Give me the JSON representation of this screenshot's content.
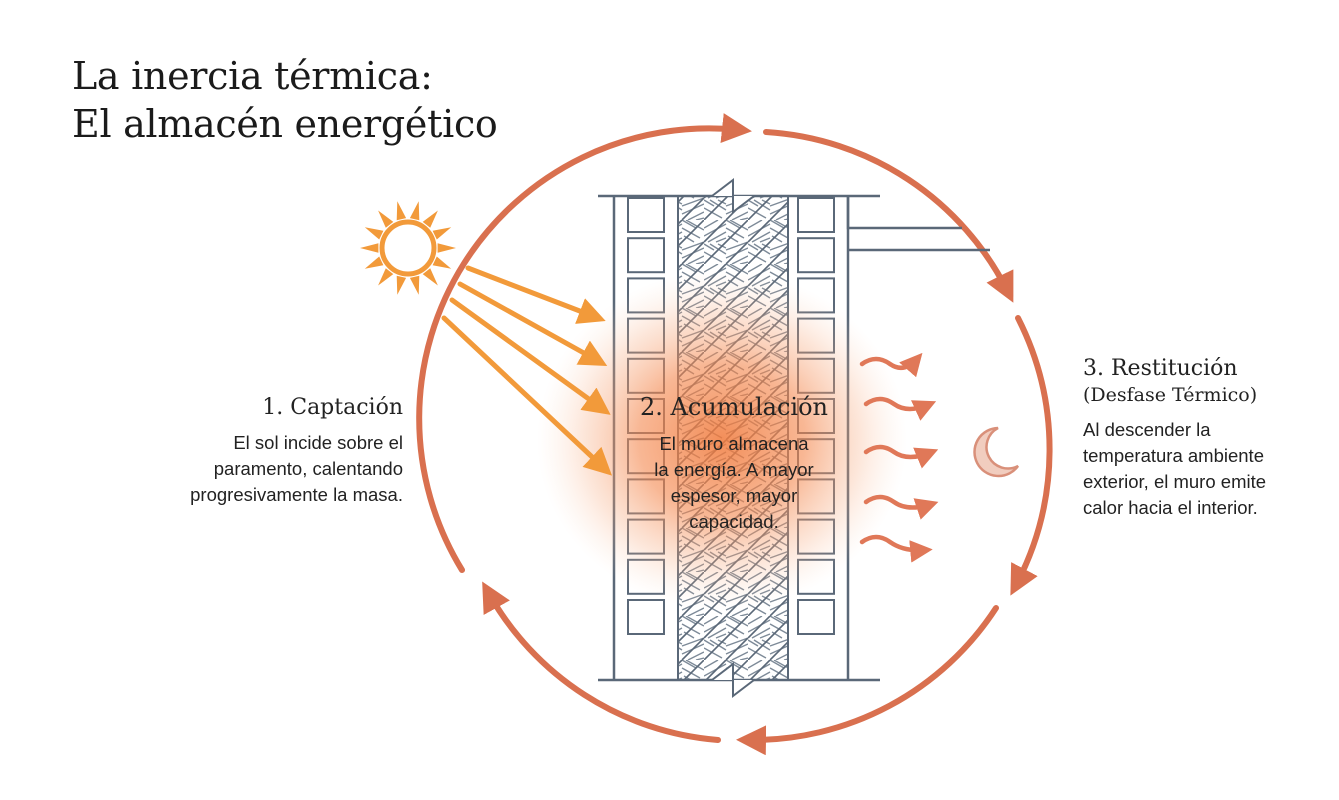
{
  "title": {
    "line1": "La inercia térmica:",
    "line2": "El almacén energético"
  },
  "steps": {
    "captacion": {
      "heading": "1. Captación",
      "body": [
        "El sol incide sobre el",
        "paramento, calentando",
        "progresivamente la masa."
      ]
    },
    "acumulacion": {
      "heading": "2. Acumulación",
      "body": [
        "El muro almacena",
        "la energía. A mayor",
        "espesor, mayor",
        "capacidad."
      ]
    },
    "restitucion": {
      "heading": "3. Restitución",
      "subheading": "(Desfase Térmico)",
      "body": [
        "Al descender la",
        "temperatura ambiente",
        "exterior, el muro emite",
        "calor hacia el interior."
      ]
    }
  },
  "colors": {
    "cycle_arrow": "#d9704f",
    "sun": "#f29a3a",
    "heat_glow": "#f07a3c",
    "wall_line": "#5a6878",
    "wall_hatch": "#7d8a98",
    "moon_fill": "#f1cdbf",
    "moon_stroke": "#d9907a"
  },
  "icons": [
    "sun-icon",
    "moon-icon"
  ]
}
